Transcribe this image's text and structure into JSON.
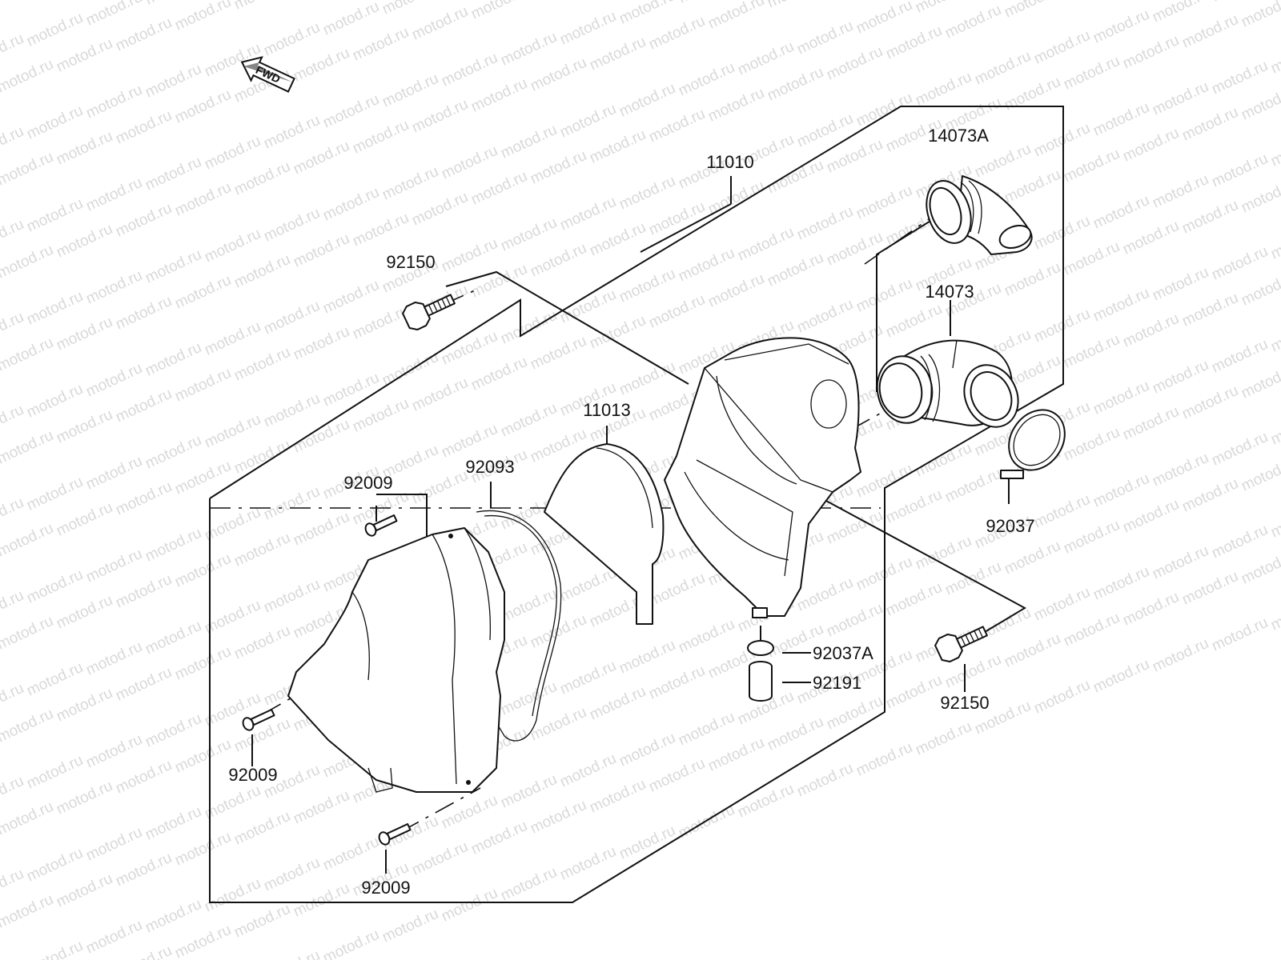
{
  "watermark": "motod.ru",
  "fwd_label": "FWD",
  "parts": {
    "p11010": "11010",
    "p14073A": "14073A",
    "p14073": "14073",
    "p92150_top": "92150",
    "p11013": "11013",
    "p92093": "92093",
    "p92009_top": "92009",
    "p92037": "92037",
    "p92037A": "92037A",
    "p92191": "92191",
    "p92150_right": "92150",
    "p92009_left": "92009",
    "p92009_bottom": "92009"
  }
}
